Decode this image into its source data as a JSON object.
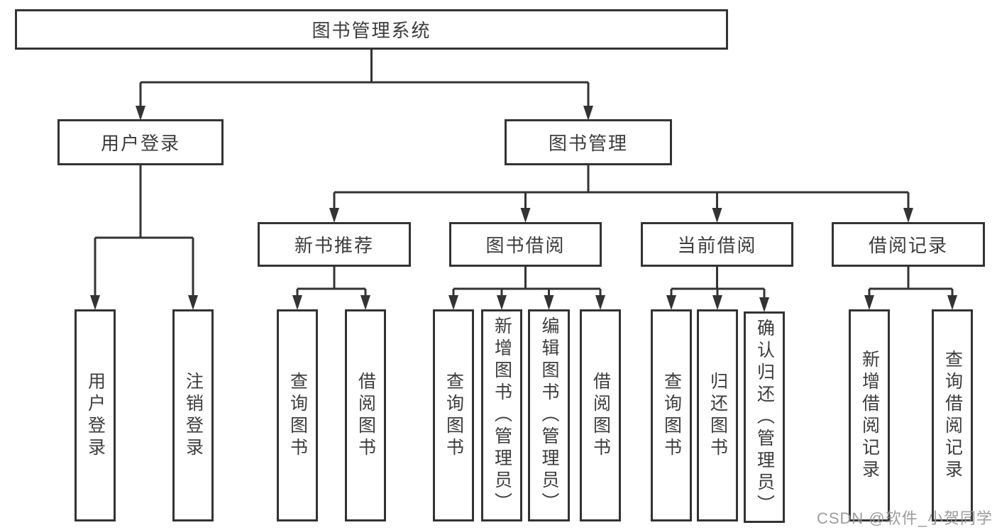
{
  "colors": {
    "border": "#333333",
    "line": "#333333",
    "text": "#3c3c3c",
    "background": "#ffffff",
    "watermark": "#949494"
  },
  "watermark": "CSDN @软件_小贺同学",
  "tree": {
    "root": {
      "label": "图书管理系统"
    },
    "branches": [
      {
        "label": "用户登录",
        "children": [
          {
            "label": "用户登录"
          },
          {
            "label": "注销登录"
          }
        ]
      },
      {
        "label": "图书管理",
        "children": [
          {
            "label": "新书推荐",
            "children": [
              {
                "label": "查询图书"
              },
              {
                "label": "借阅图书"
              }
            ]
          },
          {
            "label": "图书借阅",
            "children": [
              {
                "label": "查询图书"
              },
              {
                "label": "新增图书（管理员）"
              },
              {
                "label": "编辑图书（管理员）"
              },
              {
                "label": "借阅图书"
              }
            ]
          },
          {
            "label": "当前借阅",
            "children": [
              {
                "label": "查询图书"
              },
              {
                "label": "归还图书"
              },
              {
                "label": "确认归还（管理员）"
              }
            ]
          },
          {
            "label": "借阅记录",
            "children": [
              {
                "label": "新增借阅记录"
              },
              {
                "label": "查询借阅记录"
              }
            ]
          }
        ]
      }
    ]
  }
}
